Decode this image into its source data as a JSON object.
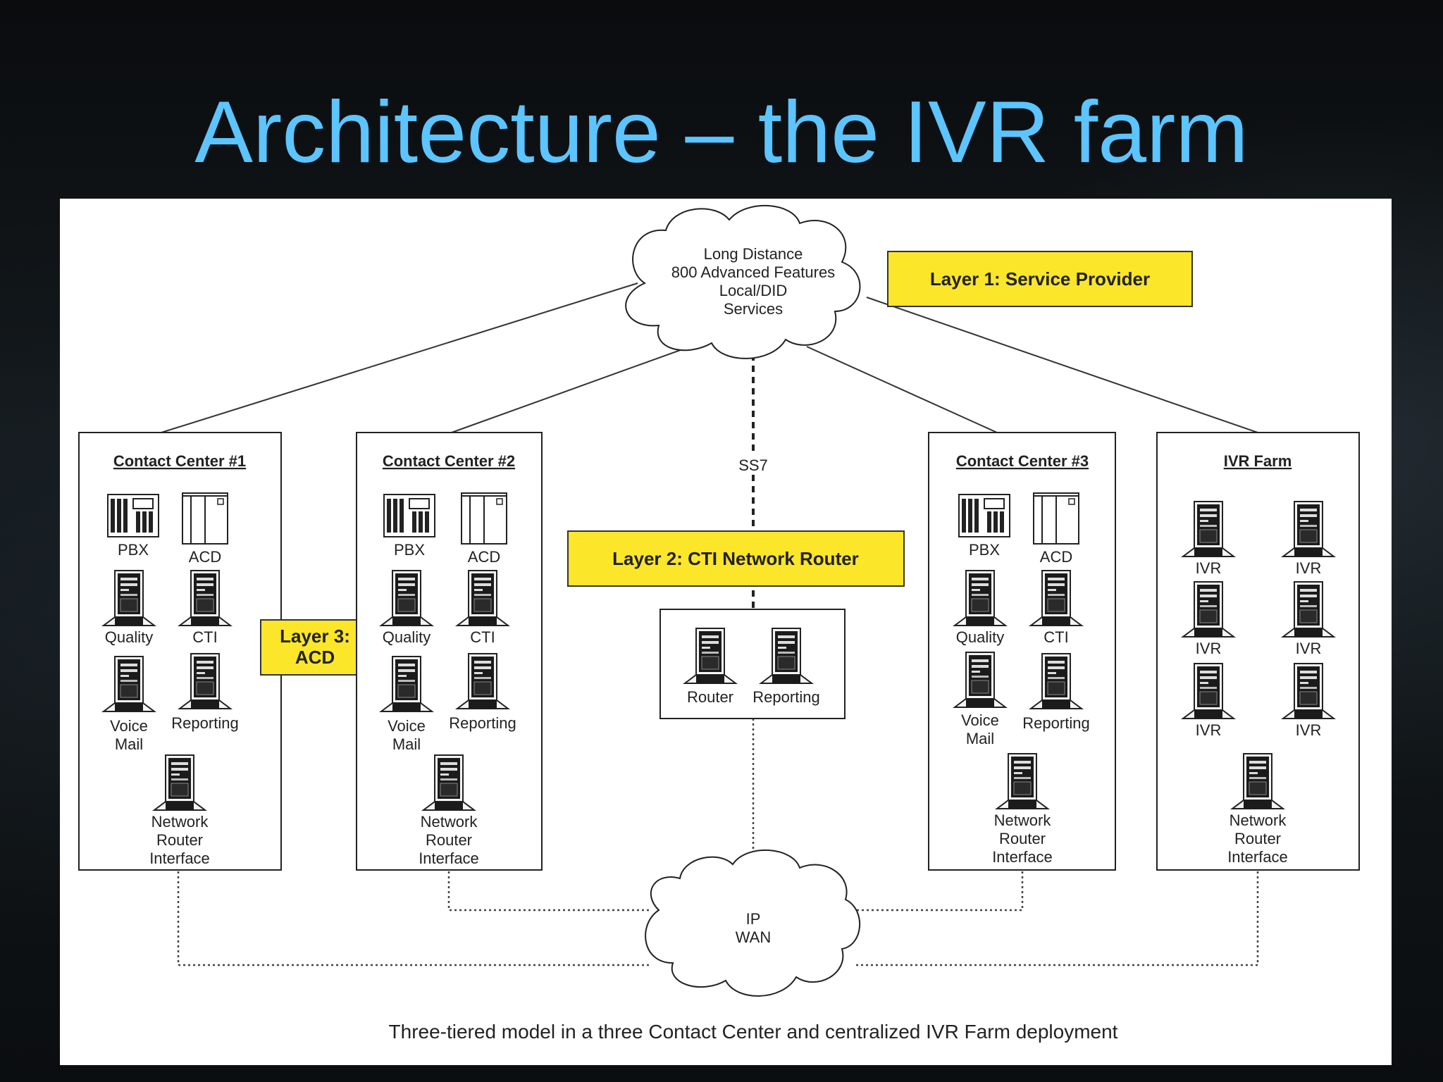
{
  "slide": {
    "title": "Architecture – the IVR farm"
  },
  "cloud_top": {
    "lines": [
      "Long Distance",
      "800 Advanced Features",
      "Local/DID",
      "Services"
    ]
  },
  "cloud_bottom": {
    "lines": [
      "IP",
      "WAN"
    ]
  },
  "layers": {
    "layer1": "Layer 1: Service Provider",
    "layer2": "Layer 2: CTI Network Router",
    "layer3_line1": "Layer 3:",
    "layer3_line2": "ACD"
  },
  "ss7_label": "SS7",
  "contact_centers": [
    {
      "title": "Contact Center #1",
      "pbx": "PBX",
      "acd": "ACD",
      "quality": "Quality",
      "cti": "CTI",
      "voice_mail_1": "Voice",
      "voice_mail_2": "Mail",
      "reporting": "Reporting",
      "nri_1": "Network",
      "nri_2": "Router",
      "nri_3": "Interface"
    },
    {
      "title": "Contact Center #2",
      "pbx": "PBX",
      "acd": "ACD",
      "quality": "Quality",
      "cti": "CTI",
      "voice_mail_1": "Voice",
      "voice_mail_2": "Mail",
      "reporting": "Reporting",
      "nri_1": "Network",
      "nri_2": "Router",
      "nri_3": "Interface"
    },
    {
      "title": "Contact Center #3",
      "pbx": "PBX",
      "acd": "ACD",
      "quality": "Quality",
      "cti": "CTI",
      "voice_mail_1": "Voice",
      "voice_mail_2": "Mail",
      "reporting": "Reporting",
      "nri_1": "Network",
      "nri_2": "Router",
      "nri_3": "Interface"
    }
  ],
  "ivr_farm": {
    "title": "IVR Farm",
    "units": [
      "IVR",
      "IVR",
      "IVR",
      "IVR",
      "IVR",
      "IVR"
    ],
    "nri_1": "Network",
    "nri_2": "Router",
    "nri_3": "Interface"
  },
  "router_box": {
    "router": "Router",
    "reporting": "Reporting"
  },
  "caption": "Three-tiered model in a three Contact Center and centralized IVR Farm deployment",
  "colors": {
    "title": "#5cc4ff",
    "layer_box": "#fbe62a",
    "line": "#333333"
  }
}
